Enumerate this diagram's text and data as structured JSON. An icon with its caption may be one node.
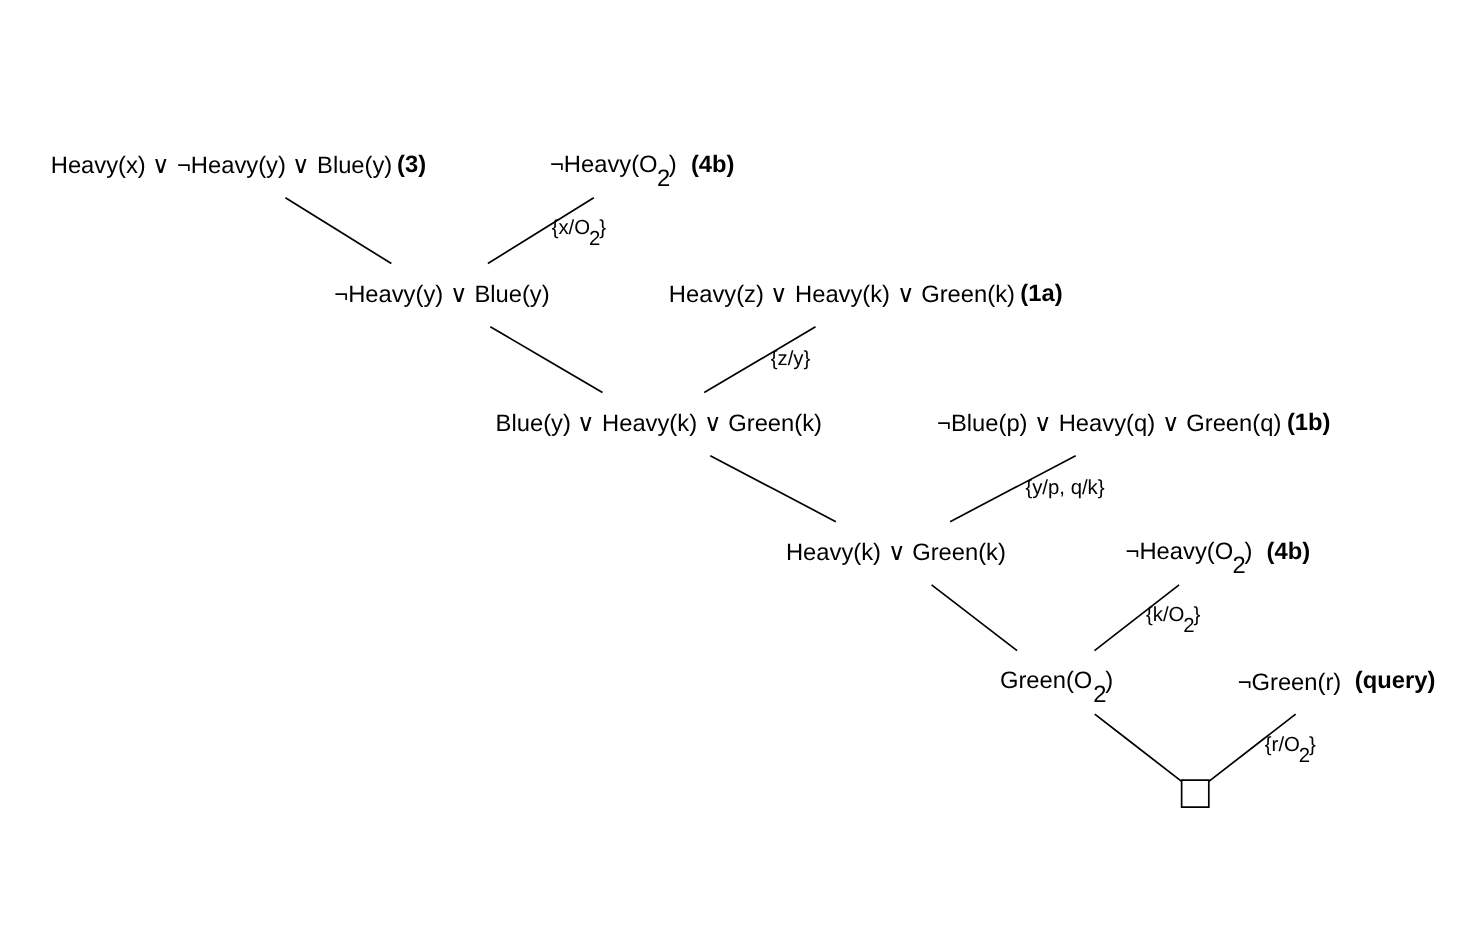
{
  "diagram": {
    "nodes": [
      {
        "text": [
          "Heavy(x) ∨ ¬Heavy(y) ∨ Blue(y) **(3)**"
        ]
      },
      {
        "text": [
          "¬Heavy(O$_{2}$) **(4b)**"
        ]
      },
      {
        "text": [
          "¬Heavy(y) ∨ Blue(y)"
        ]
      },
      {
        "text": [
          "Heavy(z) ∨ Heavy(k) ∨ Green(k) **(1a)**"
        ]
      },
      {
        "text": [
          "Blue(y) ∨ Heavy(k) ∨ Green(k)"
        ]
      },
      {
        "text": [
          "¬Blue(p) ∨ Heavy(q) ∨ Green(q) **(1b)**"
        ]
      },
      {
        "text": [
          "Heavy(k) ∨ Green(k)"
        ]
      },
      {
        "text": [
          "¬Heavy(O$_{2}$) **(4b)**"
        ]
      },
      {
        "text": [
          "Green(O$_{2}$)"
        ]
      },
      {
        "text": [
          "¬Green(r) **(query)**"
        ]
      },
      {
        "text": [],
        "shape": "box"
      }
    ],
    "edges": [
      {
        "from": 0,
        "to": 2,
        "arrow": "none"
      },
      {
        "from": 1,
        "to": 2,
        "arrow": "none",
        "label": "{x/O$_{2}$}"
      },
      {
        "from": 2,
        "to": 4,
        "arrow": "none"
      },
      {
        "from": 3,
        "to": 4,
        "arrow": "none",
        "label": "{z/y}"
      },
      {
        "from": 4,
        "to": 6,
        "arrow": "none"
      },
      {
        "from": 5,
        "to": 6,
        "arrow": "none",
        "label": "{y/p, q/k}"
      },
      {
        "from": 6,
        "to": 8,
        "arrow": "none"
      },
      {
        "from": 7,
        "to": 8,
        "arrow": "none",
        "label": "{k/O$_{2}$}"
      },
      {
        "from": 8,
        "to": 10,
        "arrow": "none"
      },
      {
        "from": 9,
        "to": 10,
        "arrow": "none",
        "label": "{r/O$_{2}$}"
      }
    ]
  }
}
